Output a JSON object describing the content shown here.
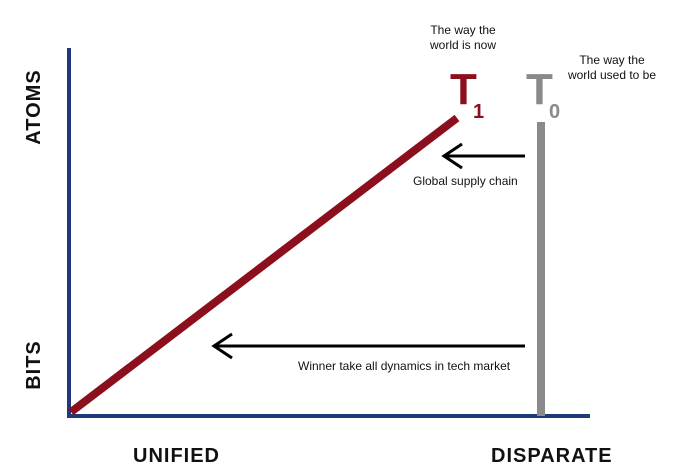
{
  "axes": {
    "y_top": "ATOMS",
    "y_bottom": "BITS",
    "x_left": "UNIFIED",
    "x_right": "DISPARATE"
  },
  "t1": {
    "letter": "T",
    "sub": "1",
    "caption_line1": "The way the",
    "caption_line2": "world is now"
  },
  "t0": {
    "letter": "T",
    "sub": "0",
    "caption_line1": "The way the",
    "caption_line2": "world used to be"
  },
  "arrows": {
    "upper_label": "Global supply chain",
    "lower_label": "Winner take all dynamics in tech market"
  },
  "colors": {
    "axis": "#1f3a7a",
    "t1": "#8b0f1c",
    "t0": "#8a8a8a",
    "arrow": "#000000"
  }
}
